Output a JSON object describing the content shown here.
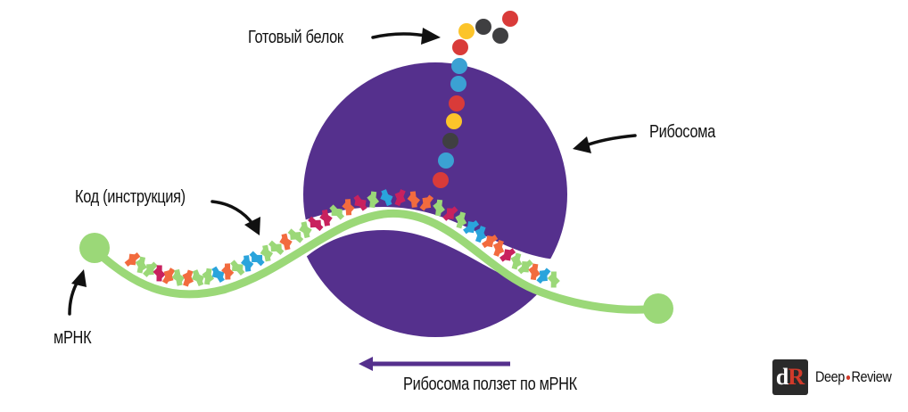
{
  "labels": {
    "protein": "Готовый белок",
    "ribosome": "Рибосома",
    "code": "Код (инструкция)",
    "mrna": "мРНК",
    "movement": "Рибосома ползет по мРНК"
  },
  "logo": {
    "mark_d": "d",
    "mark_r": "R",
    "name_left": "Deep",
    "name_right": "Review"
  },
  "colors": {
    "ribosome": "#55308d",
    "mrna": "#9bd878",
    "arrow": "#111111",
    "movement_arrow": "#55308d",
    "bead_red": "#d93b39",
    "bead_yellow": "#fcc42a",
    "bead_dark": "#3f3f41",
    "bead_blue": "#3ba1d3",
    "base_orange": "#f26b3e",
    "base_green": "#9bd878",
    "base_blue": "#2aa4dc",
    "base_magenta": "#c8215e"
  },
  "protein_chain_colors": [
    "red",
    "dark",
    "dark",
    "yellow",
    "red",
    "blue",
    "blue",
    "red",
    "yellow",
    "dark",
    "blue",
    "red"
  ],
  "codon_colors": [
    "orange",
    "green",
    "green",
    "magenta",
    "orange",
    "green",
    "orange",
    "green",
    "green",
    "blue",
    "orange",
    "green",
    "blue",
    "blue",
    "green",
    "green",
    "orange",
    "green",
    "green",
    "magenta",
    "magenta",
    "green",
    "orange",
    "magenta",
    "green",
    "blue",
    "magenta",
    "orange",
    "orange",
    "green",
    "magenta",
    "green",
    "blue",
    "blue",
    "orange",
    "orange",
    "magenta",
    "green",
    "green",
    "orange",
    "blue",
    "green"
  ]
}
